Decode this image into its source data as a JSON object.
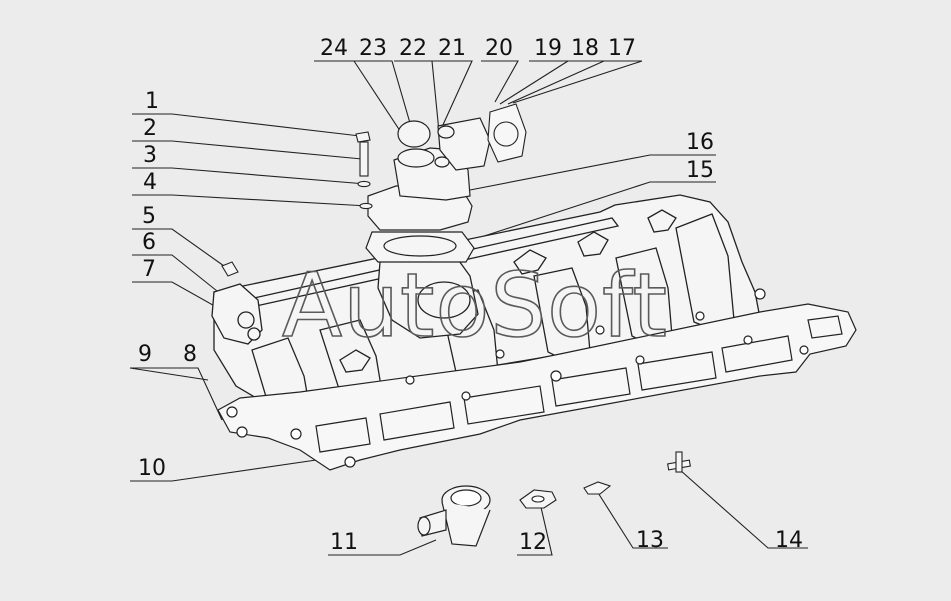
{
  "watermark": "AutoSoft",
  "callouts": [
    "1",
    "2",
    "3",
    "4",
    "5",
    "6",
    "7",
    "8",
    "9",
    "10",
    "11",
    "12",
    "13",
    "14",
    "15",
    "16",
    "17",
    "18",
    "19",
    "20",
    "21",
    "22",
    "23",
    "24"
  ],
  "colors": {
    "background": "#ececec",
    "line": "#222222",
    "part_fill": "#f5f5f5"
  }
}
